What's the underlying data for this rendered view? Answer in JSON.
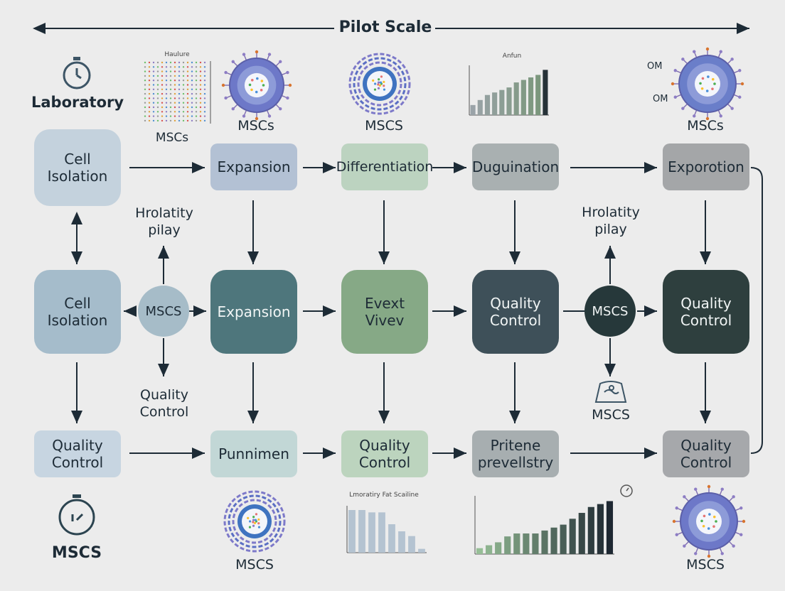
{
  "header": {
    "title": "Pilot Scale",
    "left_label": "Laboratory",
    "bottom_left_label": "MSCS"
  },
  "row1": {
    "n1": "Cell\nIsolation",
    "n2": "Expansion",
    "n3": "Differentiation",
    "n4": "Duguination",
    "n5": "Exporotion"
  },
  "row2": {
    "n1": "Cell\nIsolation",
    "hub1": "MSCS",
    "n2": "Expansion",
    "n3": "Evext Vivev",
    "n4": "Quality\nControl",
    "hub2": "MSCS",
    "n5": "Quality\nControl"
  },
  "row3": {
    "n1": "Quality\nControl",
    "n2": "Punnimen",
    "n3": "Quality\nControl",
    "n4": "Pritene\nprevellstry",
    "n5": "Quality\nControl"
  },
  "annotations": {
    "hrol_left": "Hrolatity\npilay",
    "qc_left": "Quality\nControl",
    "hrol_right": "Hrolatity\npilay",
    "mscs_right": "MSCS"
  },
  "illustrations": {
    "top_dots_title": "Haulure",
    "top_dots_caption": "MSCs",
    "top_cell1_caption": "MSCs",
    "top_cell2_caption": "MSCS",
    "top_chart_title": "Anfun",
    "top_cell3_caption": "MSCs",
    "om_label_1": "OM",
    "om_label_2": "OM",
    "bottom_cell1_caption": "MSCS",
    "bottom_chart1_title": "Lmoratiry Fat Scailine",
    "bottom_cell2_caption": "MSCS"
  },
  "colors": {
    "r1": [
      "#c4d2dd",
      "#b3c1d4",
      "#bcd3c0",
      "#a9b0b1",
      "#a4a6a8"
    ],
    "r2": [
      "#a5bccb",
      "#4e767c",
      "#86a986",
      "#3e5059",
      "#2e3f3e"
    ],
    "r3": [
      "#c7d5e1",
      "#c2d7d6",
      "#bcd4be",
      "#a7aeb0",
      "#a6a8ab"
    ]
  },
  "icons": [
    "stopwatch-icon",
    "timer-icon",
    "hands-icon"
  ],
  "chart_data": [
    {
      "type": "bar",
      "title": "Anfun",
      "values": [
        2,
        3,
        4,
        4.5,
        5,
        5.5,
        6.5,
        7,
        7.5,
        8,
        9
      ]
    },
    {
      "type": "bar",
      "title": "Lmoratiry Fat Scailine",
      "values": [
        9,
        9,
        8.5,
        8.5,
        6,
        4.5,
        3.5,
        0.8
      ]
    },
    {
      "type": "bar",
      "values": [
        1,
        1.5,
        2,
        3,
        3.5,
        3.5,
        3.5,
        4,
        4.5,
        5,
        6,
        7,
        8,
        8.5,
        9
      ]
    }
  ]
}
